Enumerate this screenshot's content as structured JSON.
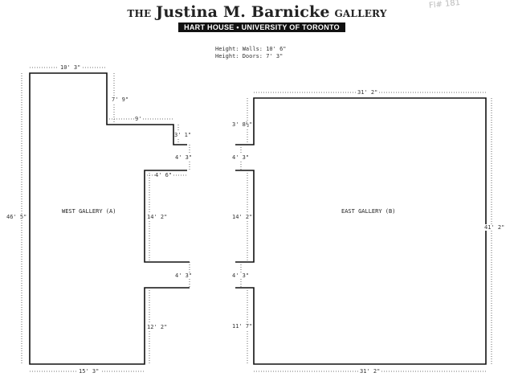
{
  "header": {
    "title_the": "THE",
    "title_name": "Justina M. Barnicke",
    "title_gallery": "GALLERY",
    "subtitle": "HART HOUSE • UNIVERSITY OF TORONTO",
    "handwritten_note": "Fl# 181"
  },
  "heights": {
    "walls": "Height:  Walls: 10' 6\"",
    "doors": "Height:  Doors: 7' 3\""
  },
  "west_gallery": {
    "label": "WEST GALLERY (A)",
    "dims": {
      "top": "10' 3\"",
      "notch_drop": "7' 9\"",
      "step": "9'",
      "upper_short": "3' 1\"",
      "door_upper": "4' 3\"",
      "inner_top": "4' 6\"",
      "inner_wall": "14' 2\"",
      "door_lower": "4' 3\"",
      "lower_wall": "12' 2\"",
      "bottom": "15' 3\"",
      "left": "46' 5\""
    }
  },
  "east_gallery": {
    "label": "EAST GALLERY (B)",
    "dims": {
      "top": "31' 2\"",
      "upper_short": "3' 8½\"",
      "door_upper": "4' 3\"",
      "middle_wall": "14' 2\"",
      "door_lower": "4' 3\"",
      "lower_wall": "11' 7\"",
      "bottom": "31' 2\"",
      "right": "41' 2\""
    }
  },
  "colors": {
    "ink": "#111111",
    "paper": "#ffffff"
  }
}
